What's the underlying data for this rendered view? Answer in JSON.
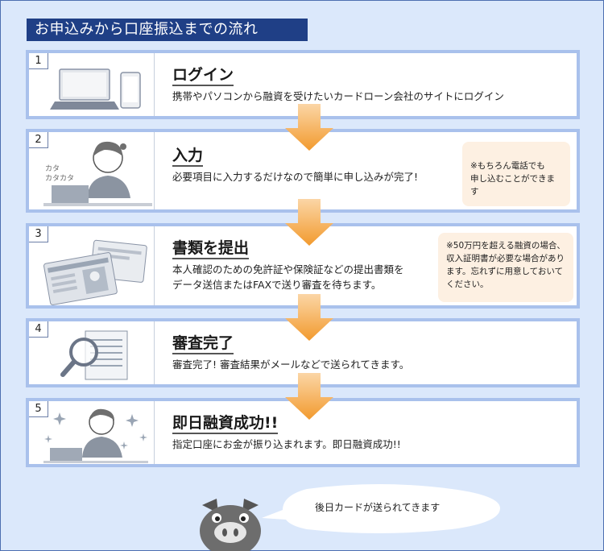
{
  "header": {
    "title": "お申込みから口座振込までの流れ"
  },
  "steps": [
    {
      "num": "1",
      "title": "ログイン",
      "desc": [
        "携帯やパソコンから融資を受けたいカードローン会社のサイトにログイン"
      ]
    },
    {
      "num": "2",
      "title": "入力",
      "desc": [
        "必要項目に入力するだけなので簡単に申し込みが完了!"
      ],
      "typing": [
        "カタ",
        "カタカタ"
      ]
    },
    {
      "num": "3",
      "title": "書類を提出",
      "desc": [
        "本人確認のための免許証や保険証などの提出書類を",
        "データ送信またはFAXで送り審査を待ちます。"
      ]
    },
    {
      "num": "4",
      "title": "審査完了",
      "desc": [
        "審査完了! 審査結果がメールなどで送られてきます。"
      ]
    },
    {
      "num": "5",
      "title": "即日融資成功!!",
      "desc": [
        "指定口座にお金が振り込まれます。即日融資成功!!"
      ]
    }
  ],
  "notes": {
    "step2": [
      "※もちろん電話でも",
      "申し込むことができます"
    ],
    "step3": [
      "※50万円を超える融資の場合、",
      "収入証明書が必要な場合があり",
      "ます。忘れずに用意しておいて",
      "ください。"
    ]
  },
  "footer": {
    "bubble": "後日カードが送られてきます"
  },
  "colors": {
    "accent": "#1f3f86",
    "border": "#a9c1ec",
    "arrow": "#f29a2e",
    "note_bg": "#fdf0e2"
  }
}
